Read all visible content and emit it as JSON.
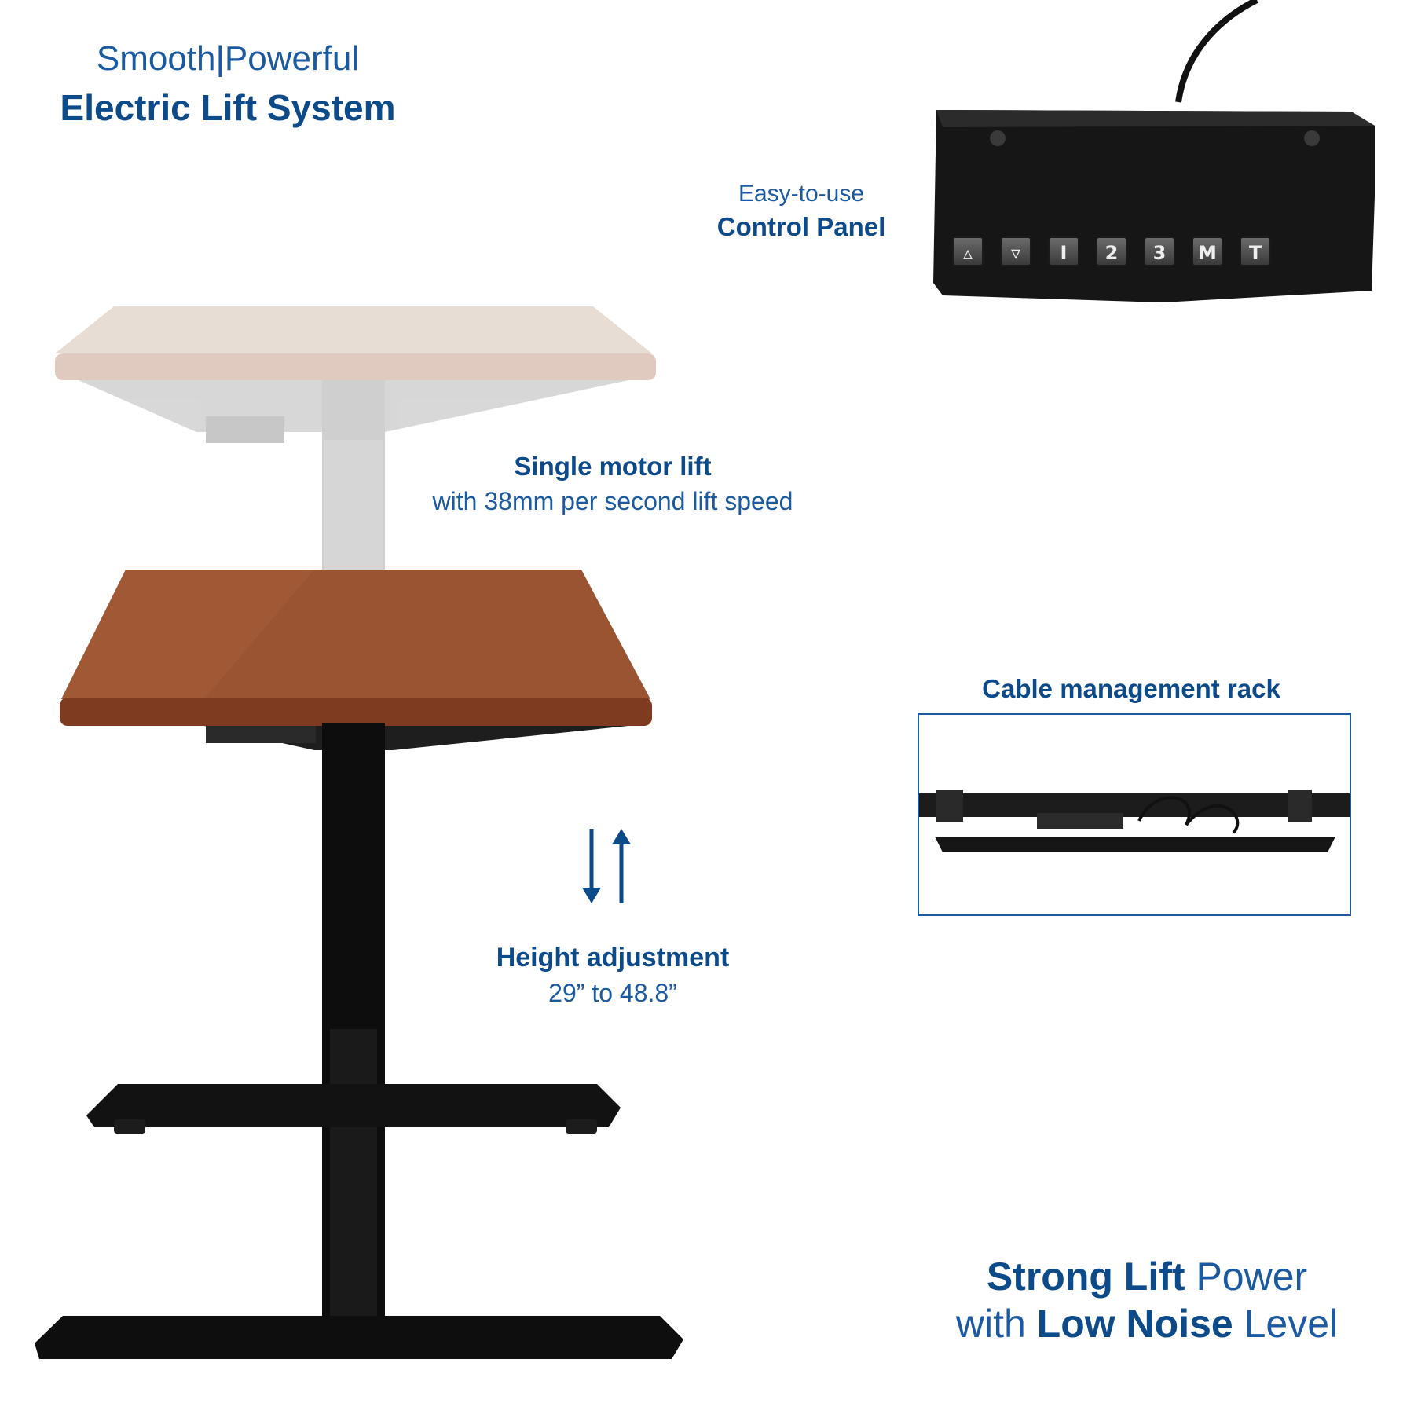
{
  "header": {
    "line1": "Smooth|Powerful",
    "line2": "Electric Lift System"
  },
  "control_panel": {
    "label_line1": "Easy-to-use",
    "label_line2": "Control Panel",
    "buttons": [
      "up-arrow",
      "down-arrow",
      "I",
      "2",
      "3",
      "M",
      "T"
    ]
  },
  "motor": {
    "line1": "Single motor lift",
    "line2": "with 38mm per second lift speed"
  },
  "height": {
    "line1": "Height adjustment",
    "line2": "29” to 48.8”"
  },
  "cable": {
    "label": "Cable management rack"
  },
  "strong": {
    "line1_bold": "Strong Lift",
    "line1_light": " Power",
    "line2_light": "with ",
    "line2_bold": "Low Noise",
    "line2_light_end": " Level"
  },
  "colors": {
    "text_primary": "#0d4a8a",
    "text_secondary": "#1b5aa0",
    "desktop_walnut": "#8b4a2b",
    "frame_black": "#111111"
  }
}
